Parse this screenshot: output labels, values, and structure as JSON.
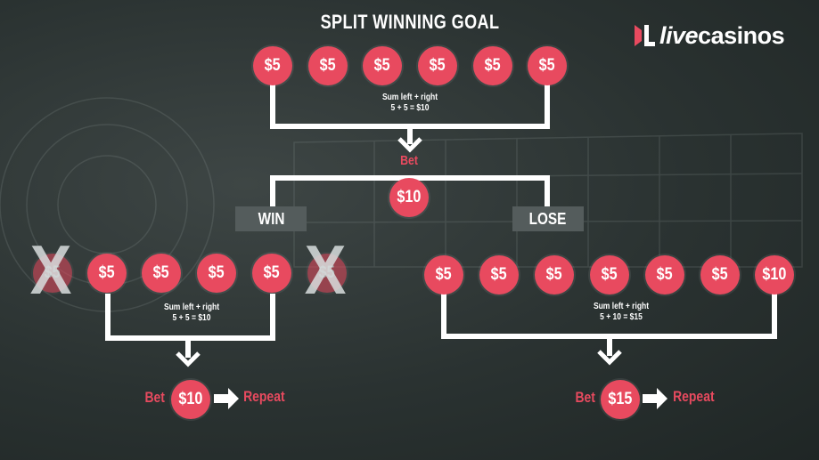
{
  "title": "SPLIT WINNING GOAL",
  "logo": {
    "part1": "live",
    "part2": "casinos"
  },
  "colors": {
    "chip": "#e84a5f",
    "accent_text": "#e84a5f",
    "box": "#545c5c",
    "line": "#ffffff"
  },
  "top": {
    "chips": [
      "$5",
      "$5",
      "$5",
      "$5",
      "$5",
      "$5"
    ],
    "sum_line1": "Sum left + right",
    "sum_line2": "5 + 5 = $10",
    "bet_label": "Bet",
    "bet_chip": "$10"
  },
  "branches": {
    "win": "WIN",
    "lose": "LOSE"
  },
  "win": {
    "chips": [
      "$5",
      "$5",
      "$5",
      "$5",
      "$5",
      "$5"
    ],
    "crossed": [
      "X",
      "X"
    ],
    "sum_line1": "Sum left + right",
    "sum_line2": "5 + 5 = $10",
    "bet_label": "Bet",
    "bet_chip": "$10",
    "repeat": "Repeat"
  },
  "lose": {
    "chips": [
      "$5",
      "$5",
      "$5",
      "$5",
      "$5",
      "$5",
      "$10"
    ],
    "sum_line1": "Sum left + right",
    "sum_line2": "5 + 10 = $15",
    "bet_label": "Bet",
    "bet_chip": "$15",
    "repeat": "Repeat"
  }
}
